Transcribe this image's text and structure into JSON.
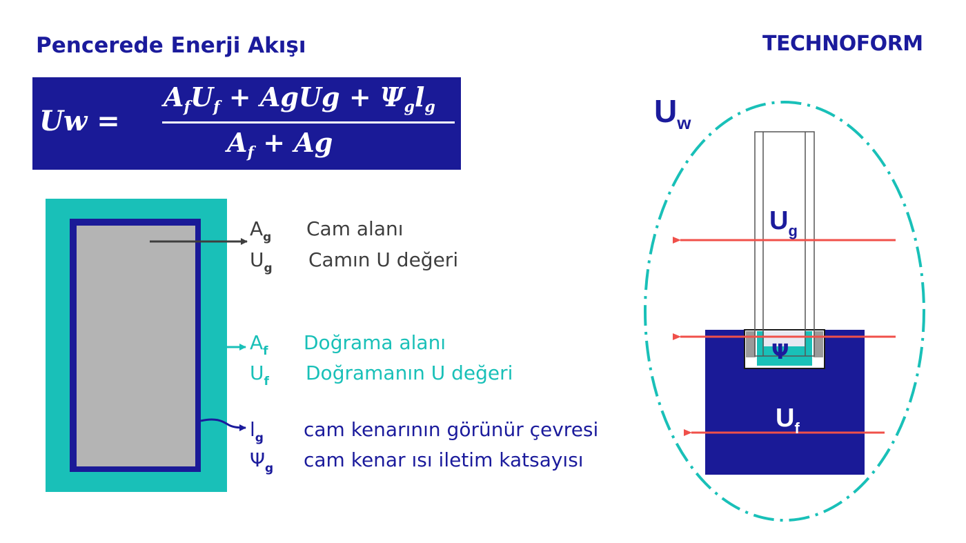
{
  "title": "Pencerede Enerji Akışı",
  "brand": "TECHNOFORM",
  "formula": {
    "lhs": "Uw",
    "numerator": [
      "A",
      "f",
      "U",
      "f",
      "+ AgUg +",
      "Ψ",
      "g",
      "l",
      "g"
    ],
    "denominator": [
      "A",
      "f",
      "+ Ag"
    ]
  },
  "legend": [
    {
      "symbol": "A",
      "sub": "g",
      "text": "Cam alanı",
      "color": "#3e3e3e"
    },
    {
      "symbol": "U",
      "sub": "g",
      "text": "Camın U değeri",
      "color": "#3e3e3e"
    },
    {
      "symbol": "A",
      "sub": "f",
      "text": "Doğrama alanı",
      "color": "#19c0b8"
    },
    {
      "symbol": "U",
      "sub": "f",
      "text": "Doğramanın U değeri",
      "color": "#19c0b8"
    },
    {
      "symbol": "l",
      "sub": "g",
      "text": "cam kenarının görünür çevresi",
      "color": "#1b1b9c"
    },
    {
      "symbol": "Ψ",
      "sub": "g",
      "text": "cam kenar ısı iletim katsayısı",
      "color": "#1b1b9c"
    }
  ],
  "section_labels": {
    "uw": {
      "main": "U",
      "sub": "w"
    },
    "ug": {
      "main": "U",
      "sub": "g"
    },
    "psi": "Ψ",
    "uf": {
      "main": "U",
      "sub": "f"
    }
  },
  "colors": {
    "navy": "#1a1a97",
    "teal": "#19c0b8",
    "glass": "#b4b4b4",
    "arrow_red": "#f0504a",
    "text_gray": "#3e3e3e"
  }
}
